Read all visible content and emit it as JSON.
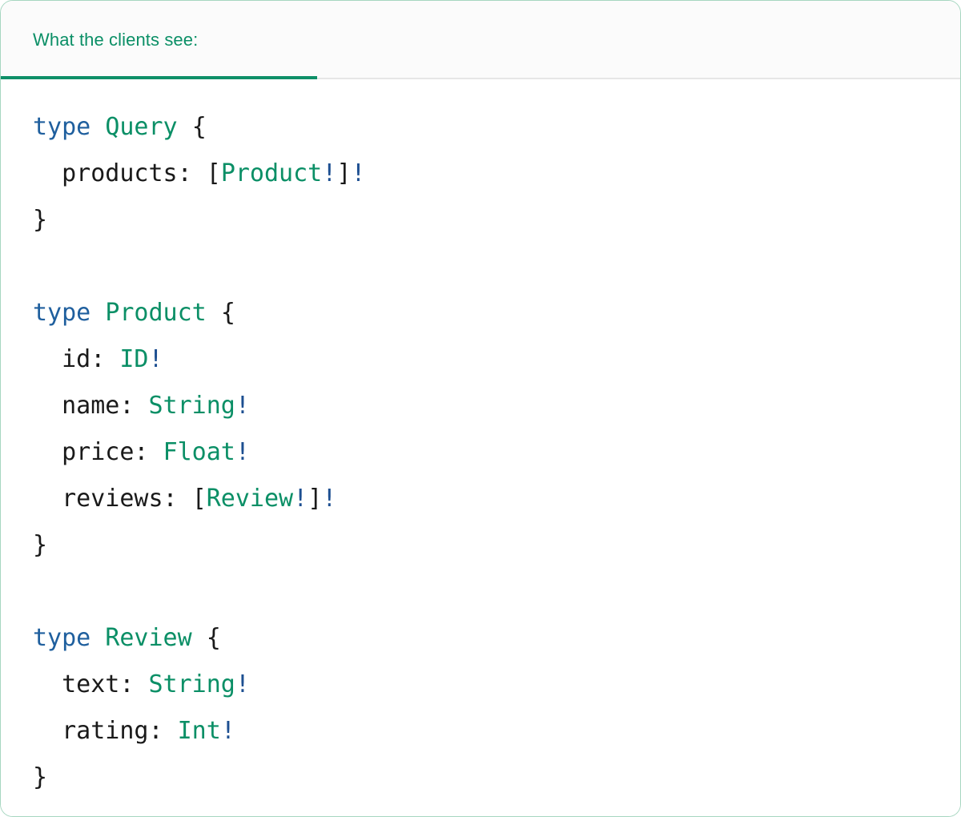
{
  "card": {
    "border_color": "#a6d6c0",
    "background": "#ffffff"
  },
  "header": {
    "tab_label": "What the clients see:",
    "accent_color": "#0b8f66",
    "underline_color": "#0e8f68",
    "background": "#fbfbfb"
  },
  "palette": {
    "keyword": "#1f5f9e",
    "type": "#0b8f66",
    "bang": "#1d4f91",
    "punctuation": "#1a1a1a",
    "field": "#1a1a1a"
  },
  "code": {
    "language": "graphql",
    "lines": [
      {
        "indent": 0,
        "tokens": [
          {
            "text": "type",
            "kind": "keyword"
          },
          {
            "text": " ",
            "kind": "plain"
          },
          {
            "text": "Query",
            "kind": "type"
          },
          {
            "text": " ",
            "kind": "plain"
          },
          {
            "text": "{",
            "kind": "punct"
          }
        ]
      },
      {
        "indent": 2,
        "tokens": [
          {
            "text": "products:",
            "kind": "field"
          },
          {
            "text": " ",
            "kind": "plain"
          },
          {
            "text": "[",
            "kind": "punct"
          },
          {
            "text": "Product",
            "kind": "type"
          },
          {
            "text": "!",
            "kind": "bang"
          },
          {
            "text": "]",
            "kind": "punct"
          },
          {
            "text": "!",
            "kind": "bang"
          }
        ]
      },
      {
        "indent": 0,
        "tokens": [
          {
            "text": "}",
            "kind": "punct"
          }
        ]
      },
      {
        "indent": 0,
        "blank": true,
        "tokens": []
      },
      {
        "indent": 0,
        "tokens": [
          {
            "text": "type",
            "kind": "keyword"
          },
          {
            "text": " ",
            "kind": "plain"
          },
          {
            "text": "Product",
            "kind": "type"
          },
          {
            "text": " ",
            "kind": "plain"
          },
          {
            "text": "{",
            "kind": "punct"
          }
        ]
      },
      {
        "indent": 2,
        "tokens": [
          {
            "text": "id:",
            "kind": "field"
          },
          {
            "text": " ",
            "kind": "plain"
          },
          {
            "text": "ID",
            "kind": "type"
          },
          {
            "text": "!",
            "kind": "bang"
          }
        ]
      },
      {
        "indent": 2,
        "tokens": [
          {
            "text": "name:",
            "kind": "field"
          },
          {
            "text": " ",
            "kind": "plain"
          },
          {
            "text": "String",
            "kind": "type"
          },
          {
            "text": "!",
            "kind": "bang"
          }
        ]
      },
      {
        "indent": 2,
        "tokens": [
          {
            "text": "price:",
            "kind": "field"
          },
          {
            "text": " ",
            "kind": "plain"
          },
          {
            "text": "Float",
            "kind": "type"
          },
          {
            "text": "!",
            "kind": "bang"
          }
        ]
      },
      {
        "indent": 2,
        "tokens": [
          {
            "text": "reviews:",
            "kind": "field"
          },
          {
            "text": " ",
            "kind": "plain"
          },
          {
            "text": "[",
            "kind": "punct"
          },
          {
            "text": "Review",
            "kind": "type"
          },
          {
            "text": "!",
            "kind": "bang"
          },
          {
            "text": "]",
            "kind": "punct"
          },
          {
            "text": "!",
            "kind": "bang"
          }
        ]
      },
      {
        "indent": 0,
        "tokens": [
          {
            "text": "}",
            "kind": "punct"
          }
        ]
      },
      {
        "indent": 0,
        "blank": true,
        "tokens": []
      },
      {
        "indent": 0,
        "tokens": [
          {
            "text": "type",
            "kind": "keyword"
          },
          {
            "text": " ",
            "kind": "plain"
          },
          {
            "text": "Review",
            "kind": "type"
          },
          {
            "text": " ",
            "kind": "plain"
          },
          {
            "text": "{",
            "kind": "punct"
          }
        ]
      },
      {
        "indent": 2,
        "tokens": [
          {
            "text": "text:",
            "kind": "field"
          },
          {
            "text": " ",
            "kind": "plain"
          },
          {
            "text": "String",
            "kind": "type"
          },
          {
            "text": "!",
            "kind": "bang"
          }
        ]
      },
      {
        "indent": 2,
        "tokens": [
          {
            "text": "rating:",
            "kind": "field"
          },
          {
            "text": " ",
            "kind": "plain"
          },
          {
            "text": "Int",
            "kind": "type"
          },
          {
            "text": "!",
            "kind": "bang"
          }
        ]
      },
      {
        "indent": 0,
        "tokens": [
          {
            "text": "}",
            "kind": "punct"
          }
        ]
      }
    ]
  }
}
